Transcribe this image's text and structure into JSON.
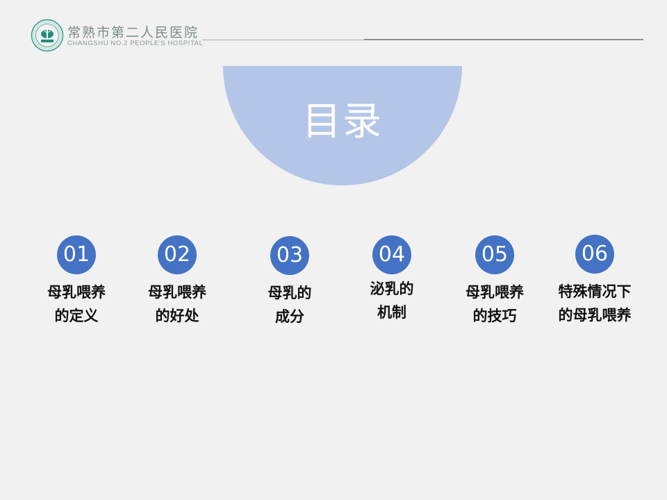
{
  "header": {
    "hospital_cn": "常熟市第二人民医院",
    "hospital_en": "CHANGSHU NO.2 PEOPLE'S HOSPITAL",
    "logo_icon": "hospital-logo-icon"
  },
  "title": "目录",
  "colors": {
    "circle": "#b4c6e7",
    "badge": "#4472c4",
    "background": "#f1f1f1"
  },
  "toc": [
    {
      "num": "01",
      "line1": "母乳喂养",
      "line2": "的定义"
    },
    {
      "num": "02",
      "line1": "母乳喂养",
      "line2": "的好处"
    },
    {
      "num": "03",
      "line1": "母乳的",
      "line2": "成分"
    },
    {
      "num": "04",
      "line1": "泌乳的",
      "line2": "机制"
    },
    {
      "num": "05",
      "line1": "母乳喂养",
      "line2": "的技巧"
    },
    {
      "num": "06",
      "line1": "特殊情况下",
      "line2": "的母乳喂养"
    }
  ]
}
